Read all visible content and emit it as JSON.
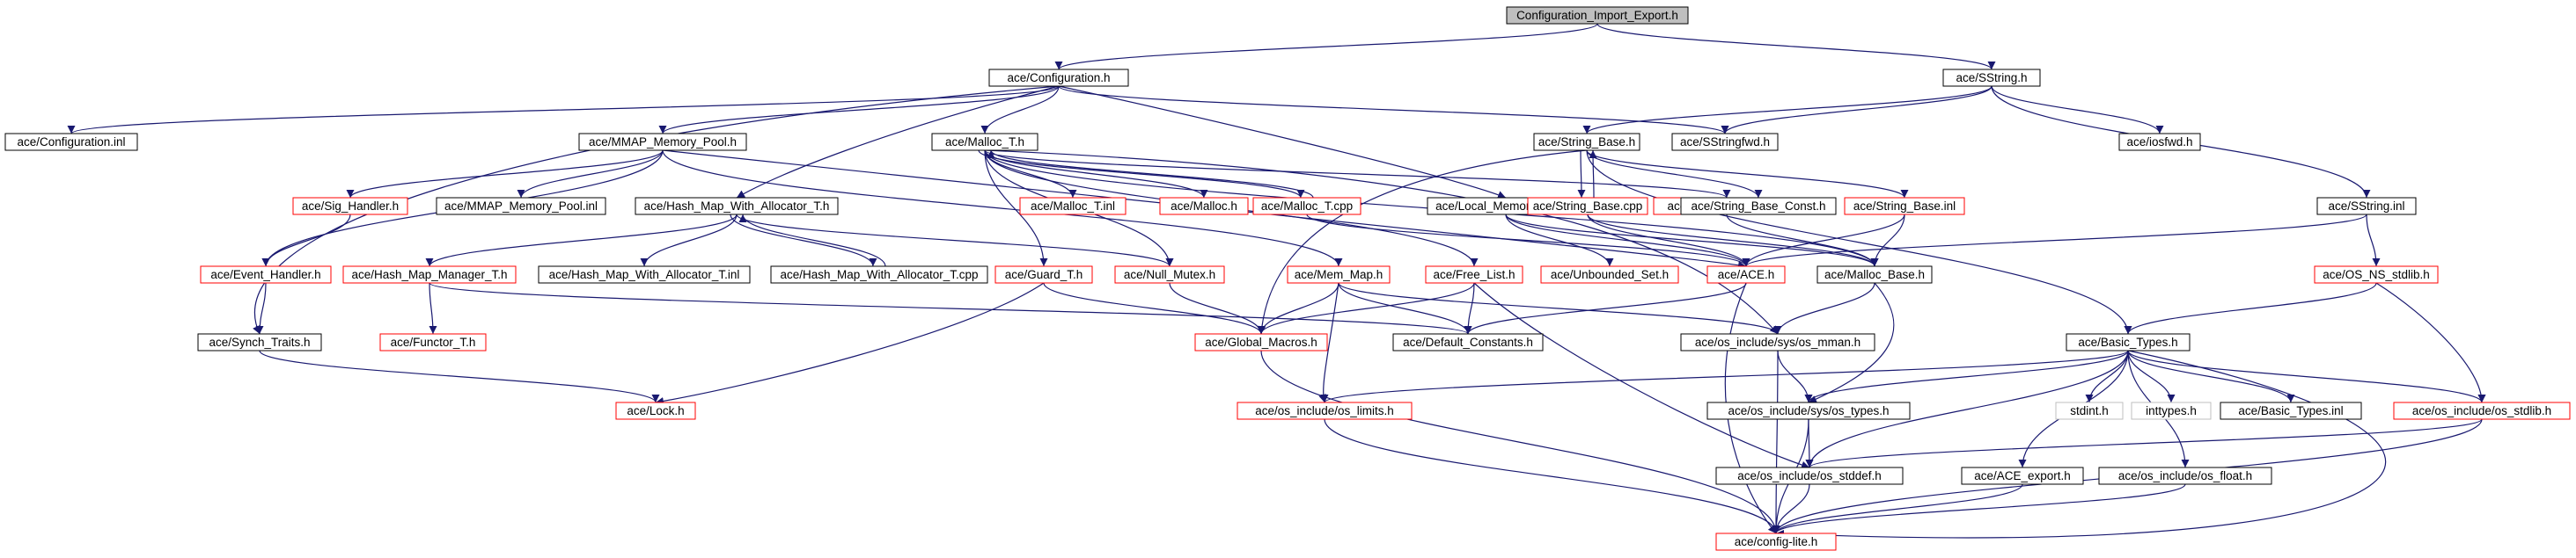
{
  "diagram": {
    "colors": {
      "edge": "#191970",
      "box_black": "#000000",
      "box_red": "#ff0000",
      "box_gray": "#bfbfbf",
      "root_fill": "#bfbfbf",
      "fill": "#ffffff"
    },
    "nodes": [
      {
        "id": "root",
        "label": "Configuration_Import_Export.h",
        "style": "root"
      },
      {
        "id": "configuration_h",
        "label": "ace/Configuration.h",
        "style": "black"
      },
      {
        "id": "sstring_h",
        "label": "ace/SString.h",
        "style": "black"
      },
      {
        "id": "configuration_inl",
        "label": "ace/Configuration.inl",
        "style": "black"
      },
      {
        "id": "mmap_memory_pool_h",
        "label": "ace/MMAP_Memory_Pool.h",
        "style": "black"
      },
      {
        "id": "malloc_t_h",
        "label": "ace/Malloc_T.h",
        "style": "black"
      },
      {
        "id": "string_base_h",
        "label": "ace/String_Base.h",
        "style": "black"
      },
      {
        "id": "sstringfwd_h",
        "label": "ace/SStringfwd.h",
        "style": "black"
      },
      {
        "id": "iosfwd_h",
        "label": "ace/iosfwd.h",
        "style": "black"
      },
      {
        "id": "sig_handler_h",
        "label": "ace/Sig_Handler.h",
        "style": "red"
      },
      {
        "id": "mmap_memory_pool_inl",
        "label": "ace/MMAP_Memory_Pool.inl",
        "style": "black"
      },
      {
        "id": "hash_map_with_allocator_t_h",
        "label": "ace/Hash_Map_With_Allocator_T.h",
        "style": "black"
      },
      {
        "id": "malloc_t_inl",
        "label": "ace/Malloc_T.inl",
        "style": "red"
      },
      {
        "id": "malloc_h",
        "label": "ace/Malloc.h",
        "style": "red"
      },
      {
        "id": "malloc_t_cpp",
        "label": "ace/Malloc_T.cpp",
        "style": "red"
      },
      {
        "id": "local_memory_pool_h",
        "label": "ace/Local_Memory_Pool.h",
        "style": "black"
      },
      {
        "id": "malloc_allocator_h",
        "label": "ace/Malloc_Allocator.h",
        "style": "red"
      },
      {
        "id": "string_base_cpp",
        "label": "ace/String_Base.cpp",
        "style": "red"
      },
      {
        "id": "string_base_const_h",
        "label": "ace/String_Base_Const.h",
        "style": "black"
      },
      {
        "id": "string_base_inl",
        "label": "ace/String_Base.inl",
        "style": "red"
      },
      {
        "id": "sstring_inl",
        "label": "ace/SString.inl",
        "style": "black"
      },
      {
        "id": "event_handler_h",
        "label": "ace/Event_Handler.h",
        "style": "red"
      },
      {
        "id": "hash_map_manager_t_h",
        "label": "ace/Hash_Map_Manager_T.h",
        "style": "red"
      },
      {
        "id": "hash_map_with_allocator_t_inl",
        "label": "ace/Hash_Map_With_Allocator_T.inl",
        "style": "black"
      },
      {
        "id": "hash_map_with_allocator_t_cpp",
        "label": "ace/Hash_Map_With_Allocator_T.cpp",
        "style": "black"
      },
      {
        "id": "guard_t_h",
        "label": "ace/Guard_T.h",
        "style": "red"
      },
      {
        "id": "null_mutex_h",
        "label": "ace/Null_Mutex.h",
        "style": "red"
      },
      {
        "id": "mem_map_h",
        "label": "ace/Mem_Map.h",
        "style": "red"
      },
      {
        "id": "free_list_h",
        "label": "ace/Free_List.h",
        "style": "red"
      },
      {
        "id": "unbounded_set_h",
        "label": "ace/Unbounded_Set.h",
        "style": "red"
      },
      {
        "id": "ace_h",
        "label": "ace/ACE.h",
        "style": "red"
      },
      {
        "id": "malloc_base_h",
        "label": "ace/Malloc_Base.h",
        "style": "black"
      },
      {
        "id": "os_ns_stdlib_h",
        "label": "ace/OS_NS_stdlib.h",
        "style": "red"
      },
      {
        "id": "synch_traits_h",
        "label": "ace/Synch_Traits.h",
        "style": "black"
      },
      {
        "id": "functor_t_h",
        "label": "ace/Functor_T.h",
        "style": "red"
      },
      {
        "id": "global_macros_h",
        "label": "ace/Global_Macros.h",
        "style": "red"
      },
      {
        "id": "default_constants_h",
        "label": "ace/Default_Constants.h",
        "style": "black"
      },
      {
        "id": "os_mman_h",
        "label": "ace/os_include/sys/os_mman.h",
        "style": "black"
      },
      {
        "id": "basic_types_h",
        "label": "ace/Basic_Types.h",
        "style": "black"
      },
      {
        "id": "lock_h",
        "label": "ace/Lock.h",
        "style": "red"
      },
      {
        "id": "os_limits_h",
        "label": "ace/os_include/os_limits.h",
        "style": "red"
      },
      {
        "id": "os_types_h",
        "label": "ace/os_include/sys/os_types.h",
        "style": "black"
      },
      {
        "id": "stdint_h",
        "label": "stdint.h",
        "style": "gray"
      },
      {
        "id": "inttypes_h",
        "label": "inttypes.h",
        "style": "gray"
      },
      {
        "id": "basic_types_inl",
        "label": "ace/Basic_Types.inl",
        "style": "black"
      },
      {
        "id": "os_stdlib_h",
        "label": "ace/os_include/os_stdlib.h",
        "style": "red"
      },
      {
        "id": "os_stddef_h",
        "label": "ace/os_include/os_stddef.h",
        "style": "black"
      },
      {
        "id": "ace_export_h",
        "label": "ace/ACE_export.h",
        "style": "black"
      },
      {
        "id": "os_float_h",
        "label": "ace/os_include/os_float.h",
        "style": "black"
      },
      {
        "id": "config_lite_h",
        "label": "ace/config-lite.h",
        "style": "red"
      }
    ],
    "edges": [
      [
        "root",
        "configuration_h"
      ],
      [
        "root",
        "sstring_h"
      ],
      [
        "configuration_h",
        "configuration_inl"
      ],
      [
        "configuration_h",
        "mmap_memory_pool_h"
      ],
      [
        "configuration_h",
        "malloc_t_h"
      ],
      [
        "configuration_h",
        "sstringfwd_h"
      ],
      [
        "configuration_h",
        "hash_map_with_allocator_t_h"
      ],
      [
        "configuration_h",
        "local_memory_pool_h"
      ],
      [
        "configuration_h",
        "synch_traits_h"
      ],
      [
        "sstring_h",
        "string_base_h"
      ],
      [
        "sstring_h",
        "sstringfwd_h"
      ],
      [
        "sstring_h",
        "iosfwd_h"
      ],
      [
        "sstring_h",
        "sstring_inl"
      ],
      [
        "mmap_memory_pool_h",
        "sig_handler_h"
      ],
      [
        "mmap_memory_pool_h",
        "mmap_memory_pool_inl"
      ],
      [
        "mmap_memory_pool_h",
        "event_handler_h"
      ],
      [
        "mmap_memory_pool_h",
        "mem_map_h"
      ],
      [
        "mmap_memory_pool_h",
        "ace_h"
      ],
      [
        "malloc_t_h",
        "malloc_t_inl"
      ],
      [
        "malloc_t_h",
        "malloc_h"
      ],
      [
        "malloc_t_h",
        "malloc_t_cpp"
      ],
      [
        "malloc_t_cpp",
        "malloc_t_h"
      ],
      [
        "malloc_t_h",
        "malloc_allocator_h"
      ],
      [
        "malloc_t_h",
        "guard_t_h"
      ],
      [
        "malloc_t_h",
        "null_mutex_h"
      ],
      [
        "malloc_t_h",
        "free_list_h"
      ],
      [
        "malloc_t_h",
        "malloc_base_h"
      ],
      [
        "malloc_t_h",
        "os_mman_h"
      ],
      [
        "malloc_t_cpp",
        "ace_h"
      ],
      [
        "string_base_h",
        "string_base_cpp"
      ],
      [
        "string_base_cpp",
        "string_base_h"
      ],
      [
        "string_base_h",
        "string_base_const_h"
      ],
      [
        "string_base_h",
        "string_base_inl"
      ],
      [
        "string_base_h",
        "global_macros_h"
      ],
      [
        "string_base_h",
        "basic_types_h"
      ],
      [
        "string_base_cpp",
        "ace_h"
      ],
      [
        "string_base_cpp",
        "malloc_base_h"
      ],
      [
        "string_base_inl",
        "malloc_base_h"
      ],
      [
        "string_base_inl",
        "ace_h"
      ],
      [
        "sstring_inl",
        "ace_h"
      ],
      [
        "sstring_inl",
        "os_ns_stdlib_h"
      ],
      [
        "sig_handler_h",
        "event_handler_h"
      ],
      [
        "event_handler_h",
        "synch_traits_h"
      ],
      [
        "hash_map_with_allocator_t_h",
        "hash_map_manager_t_h"
      ],
      [
        "hash_map_with_allocator_t_h",
        "hash_map_with_allocator_t_inl"
      ],
      [
        "hash_map_with_allocator_t_h",
        "hash_map_with_allocator_t_cpp"
      ],
      [
        "hash_map_with_allocator_t_cpp",
        "hash_map_with_allocator_t_h"
      ],
      [
        "hash_map_with_allocator_t_h",
        "null_mutex_h"
      ],
      [
        "hash_map_manager_t_h",
        "functor_t_h"
      ],
      [
        "hash_map_manager_t_h",
        "default_constants_h"
      ],
      [
        "local_memory_pool_h",
        "unbounded_set_h"
      ],
      [
        "local_memory_pool_h",
        "ace_h"
      ],
      [
        "local_memory_pool_h",
        "malloc_base_h"
      ],
      [
        "malloc_allocator_h",
        "malloc_base_h"
      ],
      [
        "guard_t_h",
        "global_macros_h"
      ],
      [
        "guard_t_h",
        "lock_h"
      ],
      [
        "null_mutex_h",
        "global_macros_h"
      ],
      [
        "mem_map_h",
        "global_macros_h"
      ],
      [
        "mem_map_h",
        "default_constants_h"
      ],
      [
        "mem_map_h",
        "os_mman_h"
      ],
      [
        "mem_map_h",
        "os_limits_h"
      ],
      [
        "free_list_h",
        "global_macros_h"
      ],
      [
        "free_list_h",
        "default_constants_h"
      ],
      [
        "free_list_h",
        "os_stddef_h"
      ],
      [
        "ace_h",
        "default_constants_h"
      ],
      [
        "ace_h",
        "config_lite_h"
      ],
      [
        "malloc_base_h",
        "os_mman_h"
      ],
      [
        "malloc_base_h",
        "os_types_h"
      ],
      [
        "os_ns_stdlib_h",
        "basic_types_h"
      ],
      [
        "os_ns_stdlib_h",
        "os_stdlib_h"
      ],
      [
        "synch_traits_h",
        "lock_h"
      ],
      [
        "global_macros_h",
        "config_lite_h"
      ],
      [
        "os_mman_h",
        "os_types_h"
      ],
      [
        "os_mman_h",
        "config_lite_h"
      ],
      [
        "basic_types_h",
        "os_limits_h"
      ],
      [
        "basic_types_h",
        "os_types_h"
      ],
      [
        "basic_types_h",
        "stdint_h"
      ],
      [
        "basic_types_h",
        "inttypes_h"
      ],
      [
        "basic_types_h",
        "basic_types_inl"
      ],
      [
        "basic_types_h",
        "os_stdlib_h"
      ],
      [
        "basic_types_h",
        "os_stddef_h"
      ],
      [
        "basic_types_h",
        "ace_export_h"
      ],
      [
        "basic_types_h",
        "os_float_h"
      ],
      [
        "basic_types_h",
        "config_lite_h"
      ],
      [
        "os_limits_h",
        "config_lite_h"
      ],
      [
        "os_types_h",
        "os_stddef_h"
      ],
      [
        "os_types_h",
        "config_lite_h"
      ],
      [
        "os_stdlib_h",
        "os_stddef_h"
      ],
      [
        "os_stdlib_h",
        "config_lite_h"
      ],
      [
        "os_stddef_h",
        "config_lite_h"
      ],
      [
        "ace_export_h",
        "config_lite_h"
      ],
      [
        "os_float_h",
        "config_lite_h"
      ]
    ]
  }
}
